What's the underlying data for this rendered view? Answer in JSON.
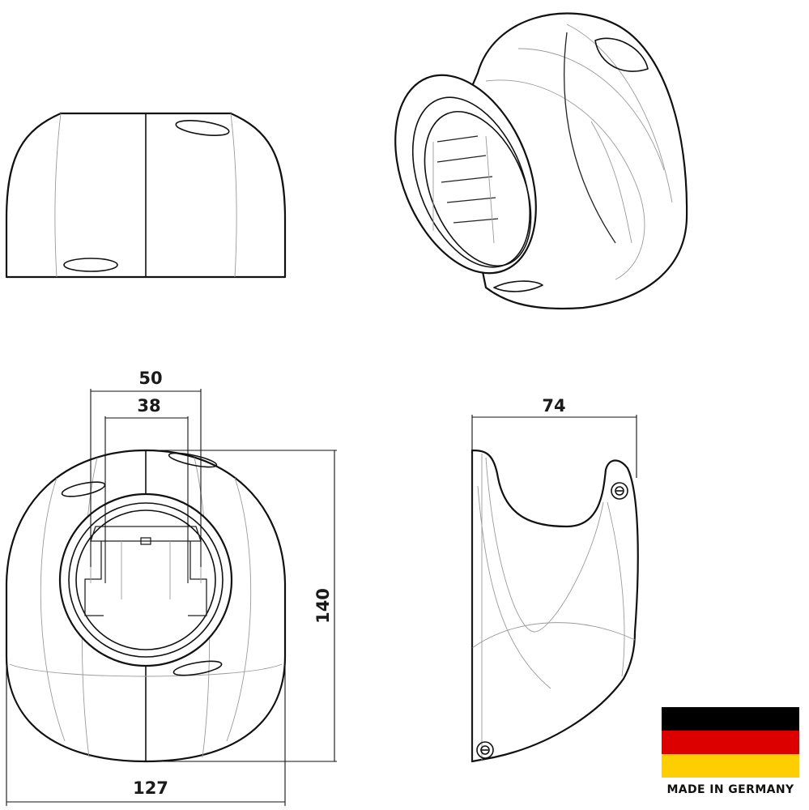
{
  "dimensions": {
    "bracket_outer_width": "50",
    "bracket_inner_width": "38",
    "depth": "74",
    "height": "140",
    "width": "127"
  },
  "badge": {
    "label": "MADE IN GERMANY",
    "flag_colors": [
      "#000000",
      "#DD0000",
      "#FFCE00"
    ]
  }
}
